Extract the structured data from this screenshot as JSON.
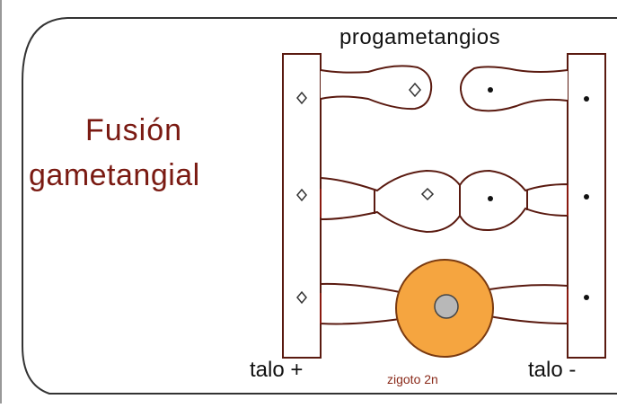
{
  "title_line1": "Fusión",
  "title_line2": "gametangial",
  "top_label": "progametangios",
  "bottom_left_label": "talo +",
  "bottom_middle_label": "zigoto 2n",
  "bottom_right_label": "talo -",
  "colors": {
    "title": "#7a1a12",
    "outline": "#5a1a10",
    "zygote_fill": "#f5a540",
    "nucleus_fill": "#b8b8b8",
    "frame": "#333333"
  }
}
